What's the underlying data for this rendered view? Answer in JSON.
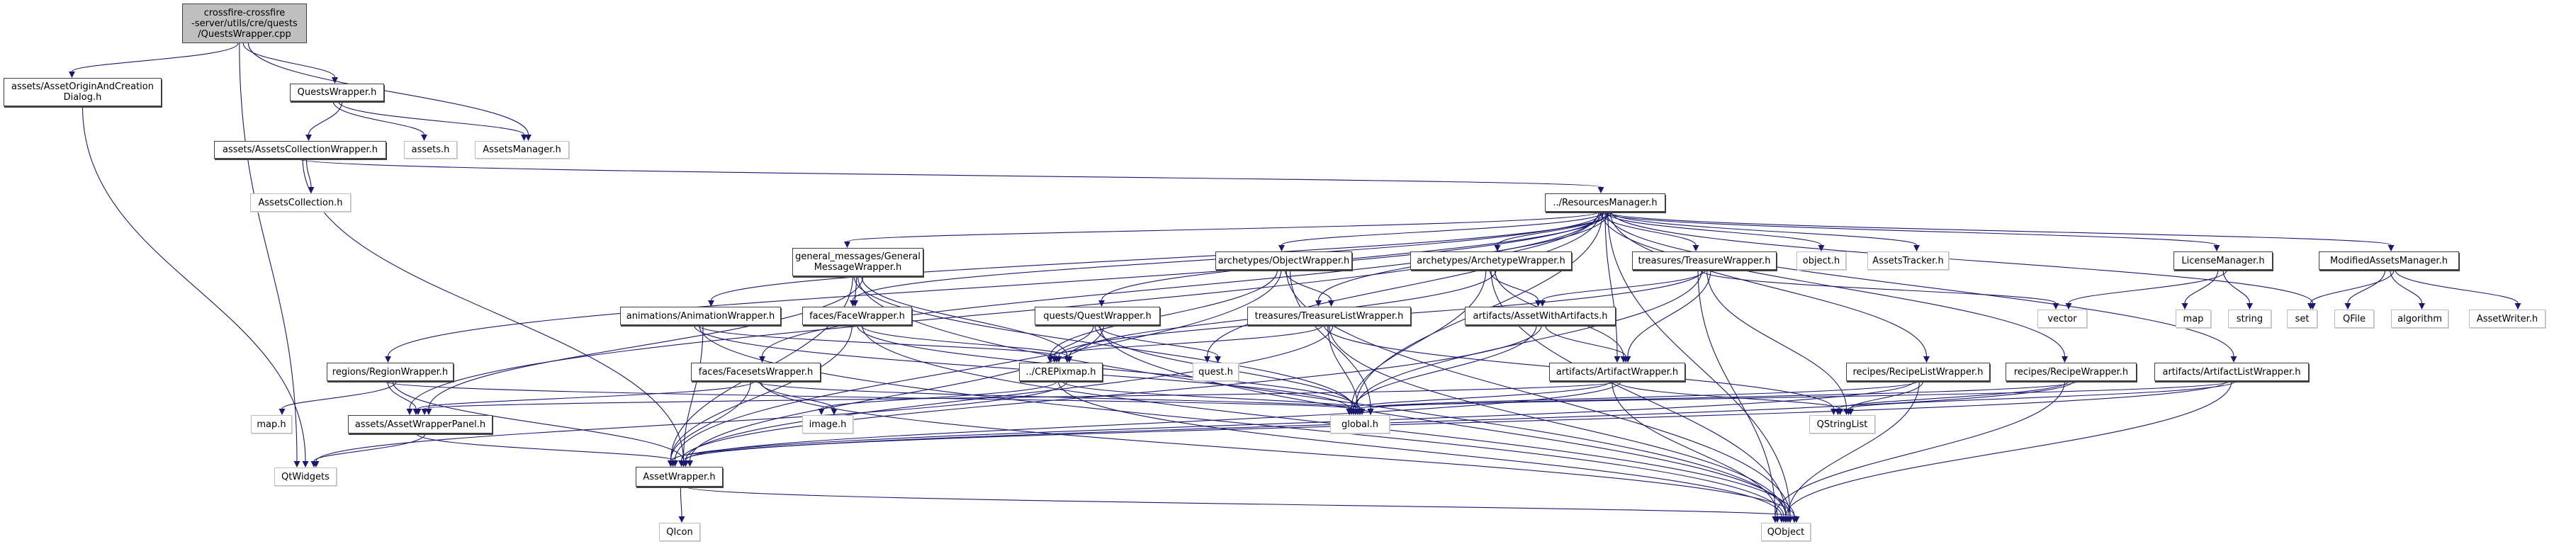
{
  "title": "Include dependency graph for QuestsWrapper.cpp",
  "colors": {
    "edge": "#191970",
    "root_fill": "#bfbfbf",
    "doc_border": "#404040",
    "ext_border": "#bfbfbf"
  },
  "nodes": [
    {
      "id": "root",
      "label": "crossfire-crossfire\n-server/utils/cre/quests\n/QuestsWrapper.cpp",
      "kind": "root"
    },
    {
      "id": "originDialog",
      "label": "assets/AssetOriginAndCreation\nDialog.h",
      "kind": "doc"
    },
    {
      "id": "questsWrapper",
      "label": "QuestsWrapper.h",
      "kind": "doc"
    },
    {
      "id": "collectionWrapper",
      "label": "assets/AssetsCollectionWrapper.h",
      "kind": "doc"
    },
    {
      "id": "assetsH",
      "label": "assets.h",
      "kind": "ext"
    },
    {
      "id": "assetsManager",
      "label": "AssetsManager.h",
      "kind": "ext"
    },
    {
      "id": "assetsCollection",
      "label": "AssetsCollection.h",
      "kind": "ext"
    },
    {
      "id": "resourcesManager",
      "label": "../ResourcesManager.h",
      "kind": "doc"
    },
    {
      "id": "generalMessage",
      "label": "general_messages/General\nMessageWrapper.h",
      "kind": "doc"
    },
    {
      "id": "objectWrapper",
      "label": "archetypes/ObjectWrapper.h",
      "kind": "doc"
    },
    {
      "id": "archetypeWrapper",
      "label": "archetypes/ArchetypeWrapper.h",
      "kind": "doc"
    },
    {
      "id": "treasureWrapper",
      "label": "treasures/TreasureWrapper.h",
      "kind": "doc"
    },
    {
      "id": "objectH",
      "label": "object.h",
      "kind": "ext"
    },
    {
      "id": "assetsTracker",
      "label": "AssetsTracker.h",
      "kind": "ext"
    },
    {
      "id": "licenseManager",
      "label": "LicenseManager.h",
      "kind": "doc"
    },
    {
      "id": "modifiedAssets",
      "label": "ModifiedAssetsManager.h",
      "kind": "doc"
    },
    {
      "id": "animationWrapper",
      "label": "animations/AnimationWrapper.h",
      "kind": "doc"
    },
    {
      "id": "faceWrapper",
      "label": "faces/FaceWrapper.h",
      "kind": "doc"
    },
    {
      "id": "questWrapper",
      "label": "quests/QuestWrapper.h",
      "kind": "doc"
    },
    {
      "id": "treasureListWrapper",
      "label": "treasures/TreasureListWrapper.h",
      "kind": "doc"
    },
    {
      "id": "assetWithArtifacts",
      "label": "artifacts/AssetWithArtifacts.h",
      "kind": "doc"
    },
    {
      "id": "vector",
      "label": "vector",
      "kind": "ext"
    },
    {
      "id": "map",
      "label": "map",
      "kind": "ext"
    },
    {
      "id": "string",
      "label": "string",
      "kind": "ext"
    },
    {
      "id": "set",
      "label": "set",
      "kind": "ext"
    },
    {
      "id": "qfile",
      "label": "QFile",
      "kind": "ext"
    },
    {
      "id": "algorithm",
      "label": "algorithm",
      "kind": "ext"
    },
    {
      "id": "assetWriter",
      "label": "AssetWriter.h",
      "kind": "ext"
    },
    {
      "id": "regionWrapper",
      "label": "regions/RegionWrapper.h",
      "kind": "doc"
    },
    {
      "id": "facesetsWrapper",
      "label": "faces/FacesetsWrapper.h",
      "kind": "doc"
    },
    {
      "id": "crePixmap",
      "label": "../CREPixmap.h",
      "kind": "doc"
    },
    {
      "id": "questH",
      "label": "quest.h",
      "kind": "ext"
    },
    {
      "id": "artifactWrapper",
      "label": "artifacts/ArtifactWrapper.h",
      "kind": "doc"
    },
    {
      "id": "recipeListWrapper",
      "label": "recipes/RecipeListWrapper.h",
      "kind": "doc"
    },
    {
      "id": "recipeWrapper",
      "label": "recipes/RecipeWrapper.h",
      "kind": "doc"
    },
    {
      "id": "artifactListWrapper",
      "label": "artifacts/ArtifactListWrapper.h",
      "kind": "doc"
    },
    {
      "id": "mapH",
      "label": "map.h",
      "kind": "ext"
    },
    {
      "id": "assetWrapperPanel",
      "label": "assets/AssetWrapperPanel.h",
      "kind": "doc"
    },
    {
      "id": "imageH",
      "label": "image.h",
      "kind": "ext"
    },
    {
      "id": "globalH",
      "label": "global.h",
      "kind": "ext"
    },
    {
      "id": "qstringlist",
      "label": "QStringList",
      "kind": "ext"
    },
    {
      "id": "qtwidgets",
      "label": "QtWidgets",
      "kind": "ext"
    },
    {
      "id": "assetWrapper",
      "label": "AssetWrapper.h",
      "kind": "doc"
    },
    {
      "id": "qicon",
      "label": "QIcon",
      "kind": "ext"
    },
    {
      "id": "qobject",
      "label": "QObject",
      "kind": "ext"
    }
  ],
  "edges": [
    [
      "root",
      "originDialog"
    ],
    [
      "root",
      "questsWrapper"
    ],
    [
      "root",
      "assetsManager"
    ],
    [
      "root",
      "qtwidgets"
    ],
    [
      "originDialog",
      "qtwidgets"
    ],
    [
      "questsWrapper",
      "collectionWrapper"
    ],
    [
      "questsWrapper",
      "assetsH"
    ],
    [
      "questsWrapper",
      "assetsManager"
    ],
    [
      "collectionWrapper",
      "assetsCollection"
    ],
    [
      "collectionWrapper",
      "resourcesManager"
    ],
    [
      "collectionWrapper",
      "assetWrapper"
    ],
    [
      "resourcesManager",
      "generalMessage"
    ],
    [
      "resourcesManager",
      "objectWrapper"
    ],
    [
      "resourcesManager",
      "archetypeWrapper"
    ],
    [
      "resourcesManager",
      "treasureWrapper"
    ],
    [
      "resourcesManager",
      "objectH"
    ],
    [
      "resourcesManager",
      "assetsTracker"
    ],
    [
      "resourcesManager",
      "licenseManager"
    ],
    [
      "resourcesManager",
      "modifiedAssets"
    ],
    [
      "resourcesManager",
      "animationWrapper"
    ],
    [
      "resourcesManager",
      "faceWrapper"
    ],
    [
      "resourcesManager",
      "questWrapper"
    ],
    [
      "resourcesManager",
      "treasureListWrapper"
    ],
    [
      "resourcesManager",
      "regionWrapper"
    ],
    [
      "resourcesManager",
      "facesetsWrapper"
    ],
    [
      "resourcesManager",
      "questH"
    ],
    [
      "resourcesManager",
      "artifactWrapper"
    ],
    [
      "resourcesManager",
      "recipeListWrapper"
    ],
    [
      "resourcesManager",
      "recipeWrapper"
    ],
    [
      "resourcesManager",
      "artifactListWrapper"
    ],
    [
      "resourcesManager",
      "set"
    ],
    [
      "resourcesManager",
      "globalH"
    ],
    [
      "resourcesManager",
      "qobject"
    ],
    [
      "resourcesManager",
      "assetWrapperPanel"
    ],
    [
      "generalMessage",
      "faceWrapper"
    ],
    [
      "generalMessage",
      "crePixmap"
    ],
    [
      "generalMessage",
      "assetWrapper"
    ],
    [
      "generalMessage",
      "qobject"
    ],
    [
      "generalMessage",
      "assetWrapperPanel"
    ],
    [
      "generalMessage",
      "globalH"
    ],
    [
      "objectWrapper",
      "treasureListWrapper"
    ],
    [
      "objectWrapper",
      "globalH"
    ],
    [
      "objectWrapper",
      "assetWrapper"
    ],
    [
      "objectWrapper",
      "qobject"
    ],
    [
      "objectWrapper",
      "crePixmap"
    ],
    [
      "archetypeWrapper",
      "assetWithArtifacts"
    ],
    [
      "archetypeWrapper",
      "artifactWrapper"
    ],
    [
      "archetypeWrapper",
      "globalH"
    ],
    [
      "archetypeWrapper",
      "qobject"
    ],
    [
      "archetypeWrapper",
      "crePixmap"
    ],
    [
      "treasureWrapper",
      "vector"
    ],
    [
      "treasureWrapper",
      "assetWithArtifacts"
    ],
    [
      "treasureWrapper",
      "artifactWrapper"
    ],
    [
      "treasureWrapper",
      "globalH"
    ],
    [
      "treasureWrapper",
      "qstringlist"
    ],
    [
      "treasureWrapper",
      "qobject"
    ],
    [
      "treasureWrapper",
      "crePixmap"
    ],
    [
      "licenseManager",
      "vector"
    ],
    [
      "licenseManager",
      "map"
    ],
    [
      "licenseManager",
      "string"
    ],
    [
      "modifiedAssets",
      "set"
    ],
    [
      "modifiedAssets",
      "qfile"
    ],
    [
      "modifiedAssets",
      "algorithm"
    ],
    [
      "modifiedAssets",
      "assetWriter"
    ],
    [
      "animationWrapper",
      "crePixmap"
    ],
    [
      "animationWrapper",
      "assetWrapper"
    ],
    [
      "animationWrapper",
      "globalH"
    ],
    [
      "animationWrapper",
      "qobject"
    ],
    [
      "faceWrapper",
      "crePixmap"
    ],
    [
      "faceWrapper",
      "assetWrapper"
    ],
    [
      "faceWrapper",
      "globalH"
    ],
    [
      "faceWrapper",
      "qobject"
    ],
    [
      "questWrapper",
      "crePixmap"
    ],
    [
      "questWrapper",
      "questH"
    ],
    [
      "questWrapper",
      "assetWrapper"
    ],
    [
      "questWrapper",
      "globalH"
    ],
    [
      "questWrapper",
      "qobject"
    ],
    [
      "treasureListWrapper",
      "crePixmap"
    ],
    [
      "treasureListWrapper",
      "globalH"
    ],
    [
      "treasureListWrapper",
      "assetWrapper"
    ],
    [
      "treasureListWrapper",
      "qstringlist"
    ],
    [
      "treasureListWrapper",
      "qobject"
    ],
    [
      "assetWithArtifacts",
      "artifactWrapper"
    ],
    [
      "assetWithArtifacts",
      "globalH"
    ],
    [
      "assetWithArtifacts",
      "assetWrapper"
    ],
    [
      "regionWrapper",
      "mapH"
    ],
    [
      "regionWrapper",
      "assetWrapperPanel"
    ],
    [
      "regionWrapper",
      "assetWrapper"
    ],
    [
      "regionWrapper",
      "globalH"
    ],
    [
      "facesetsWrapper",
      "assetWrapperPanel"
    ],
    [
      "facesetsWrapper",
      "imageH"
    ],
    [
      "facesetsWrapper",
      "assetWrapper"
    ],
    [
      "facesetsWrapper",
      "globalH"
    ],
    [
      "facesetsWrapper",
      "qobject"
    ],
    [
      "crePixmap",
      "imageH"
    ],
    [
      "crePixmap",
      "globalH"
    ],
    [
      "crePixmap",
      "qtwidgets"
    ],
    [
      "crePixmap",
      "qobject"
    ],
    [
      "artifactWrapper",
      "assetWrapperPanel"
    ],
    [
      "artifactWrapper",
      "globalH"
    ],
    [
      "artifactWrapper",
      "qstringlist"
    ],
    [
      "artifactWrapper",
      "assetWrapper"
    ],
    [
      "artifactWrapper",
      "qobject"
    ],
    [
      "recipeListWrapper",
      "globalH"
    ],
    [
      "recipeListWrapper",
      "qstringlist"
    ],
    [
      "recipeListWrapper",
      "assetWrapper"
    ],
    [
      "recipeListWrapper",
      "qobject"
    ],
    [
      "recipeWrapper",
      "globalH"
    ],
    [
      "recipeWrapper",
      "qstringlist"
    ],
    [
      "recipeWrapper",
      "assetWrapper"
    ],
    [
      "recipeWrapper",
      "qobject"
    ],
    [
      "artifactListWrapper",
      "globalH"
    ],
    [
      "artifactListWrapper",
      "qstringlist"
    ],
    [
      "artifactListWrapper",
      "assetWrapper"
    ],
    [
      "artifactListWrapper",
      "qobject"
    ],
    [
      "assetWrapperPanel",
      "qtwidgets"
    ],
    [
      "assetWrapperPanel",
      "assetWrapper"
    ],
    [
      "assetWrapper",
      "qicon"
    ],
    [
      "assetWrapper",
      "qobject"
    ]
  ]
}
